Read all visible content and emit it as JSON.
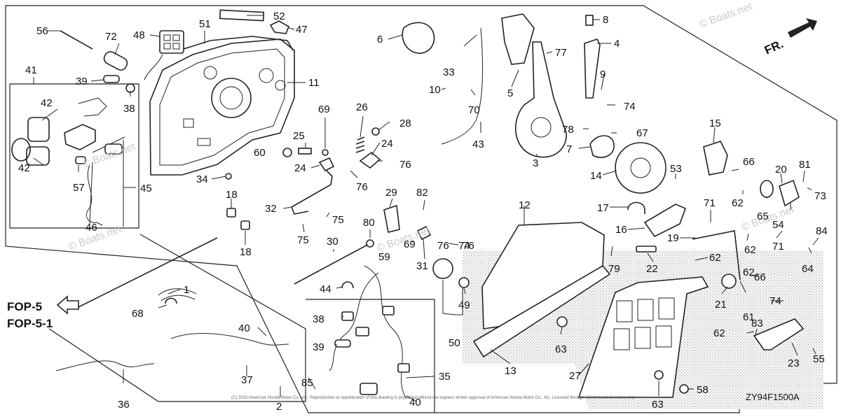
{
  "diagram_code": "ZY94F1500A",
  "forward_label": "FR.",
  "watermark": "© Boats.net",
  "fine_print": "(C) 2015 American Honda Motor Co., Inc. Reproduction or republication of this drawing is prohibited without the express written approval of American Honda Motor Co., Inc. Licensed through ARI Network Services, Inc.",
  "side_refs": [
    "FOP-5",
    "FOP-5-1"
  ],
  "callouts": [
    "1",
    "2",
    "3",
    "4",
    "5",
    "6",
    "7",
    "8",
    "9",
    "10",
    "11",
    "12",
    "13",
    "14",
    "15",
    "16",
    "17",
    "18",
    "18",
    "19",
    "20",
    "21",
    "22",
    "23",
    "24",
    "24",
    "25",
    "26",
    "27",
    "28",
    "29",
    "30",
    "31",
    "32",
    "33",
    "34",
    "35",
    "36",
    "37",
    "38",
    "38",
    "39",
    "39",
    "40",
    "40",
    "41",
    "42",
    "42",
    "43",
    "44",
    "45",
    "46",
    "47",
    "48",
    "49",
    "50",
    "51",
    "52",
    "53",
    "54",
    "55",
    "56",
    "57",
    "58",
    "59",
    "60",
    "61",
    "62",
    "62",
    "62",
    "62",
    "62",
    "63",
    "63",
    "64",
    "65",
    "66",
    "66",
    "67",
    "68",
    "69",
    "69",
    "70",
    "71",
    "71",
    "72",
    "73",
    "74",
    "74",
    "74",
    "75",
    "75",
    "76",
    "76",
    "76",
    "76",
    "77",
    "78",
    "79",
    "80",
    "81",
    "82",
    "83",
    "84",
    "85"
  ],
  "colors": {
    "line": "#222222",
    "shade": "#dddddd",
    "watermark": "#c9c9c9"
  }
}
